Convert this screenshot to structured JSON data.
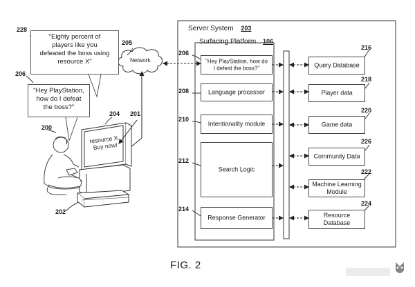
{
  "figure": {
    "label": "FIG. 2"
  },
  "server": {
    "title": "Server System",
    "ref": "203"
  },
  "platform": {
    "title": "Surfacing Platform",
    "ref": "106"
  },
  "network": {
    "label": "Network",
    "ref": "205"
  },
  "user": {
    "ref": "200"
  },
  "console": {
    "ref": "202"
  },
  "tv": {
    "ref_screen": "204",
    "ref_arrow": "201",
    "screen_text": [
      "resource X.",
      "Buy now!"
    ]
  },
  "callouts": {
    "response": {
      "ref": "228",
      "lines": [
        "\"Eighty percent of",
        "players like you",
        "defeated the boss using",
        "resource X\""
      ]
    },
    "query": {
      "ref": "206",
      "lines": [
        "\"Hey PlayStation,",
        "how do I defeat",
        "the boss?\""
      ]
    }
  },
  "modules": [
    {
      "ref": "206",
      "lines": [
        "\"Hey PlayStation, how do",
        "I defeat the boss?\""
      ]
    },
    {
      "ref": "208",
      "lines": [
        "Language processor"
      ]
    },
    {
      "ref": "210",
      "lines": [
        "Intentionality module"
      ]
    },
    {
      "ref": "212",
      "lines": [
        "Search Logic"
      ]
    },
    {
      "ref": "214",
      "lines": [
        "Response Generator"
      ]
    }
  ],
  "databases": [
    {
      "ref": "216",
      "lines": [
        "Query Database"
      ]
    },
    {
      "ref": "218",
      "lines": [
        "Player data"
      ]
    },
    {
      "ref": "220",
      "lines": [
        "Game data"
      ]
    },
    {
      "ref": "226",
      "lines": [
        "Community Data"
      ]
    },
    {
      "ref": "222",
      "lines": [
        "Machine Learning",
        "Module"
      ]
    },
    {
      "ref": "224",
      "lines": [
        "Resource",
        "Database"
      ]
    }
  ]
}
